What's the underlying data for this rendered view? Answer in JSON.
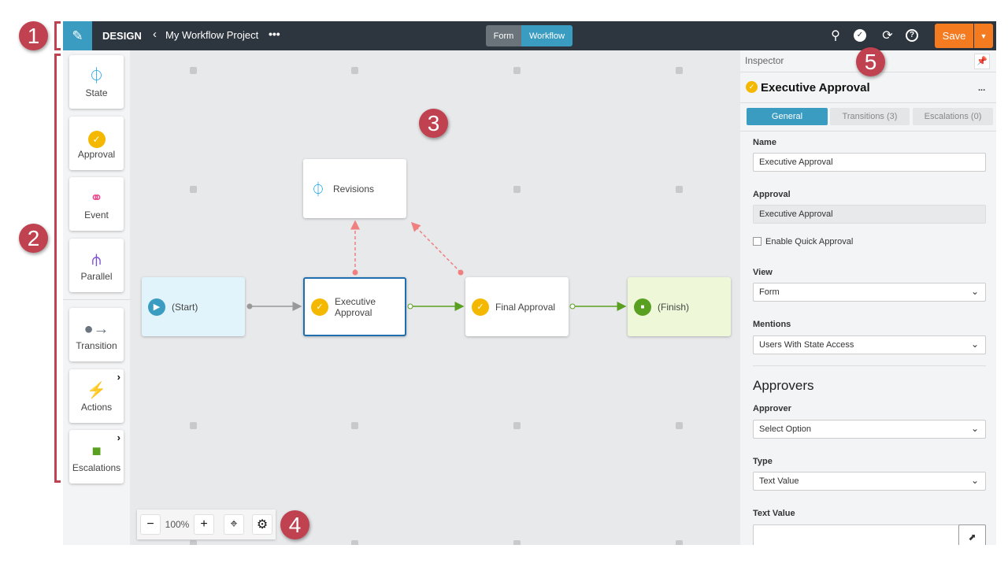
{
  "topbar": {
    "app": "DESIGN",
    "project": "My Workflow Project",
    "more": "•••",
    "tabs": [
      "Form",
      "Workflow"
    ],
    "active_tab": "Workflow",
    "save": "Save",
    "icons": [
      "search-icon",
      "check-circle-icon",
      "refresh-icon",
      "help-icon"
    ]
  },
  "toolbox": {
    "items": [
      {
        "label": "State",
        "icon": "state-icon",
        "color": "#1aa3e8"
      },
      {
        "label": "Approval",
        "icon": "approval-icon",
        "color": "#f5b800"
      },
      {
        "label": "Event",
        "icon": "event-icon",
        "color": "#e8458b"
      },
      {
        "label": "Parallel",
        "icon": "parallel-icon",
        "color": "#7b4fd6"
      },
      {
        "label": "Transition",
        "icon": "transition-icon",
        "color": "#6b7580"
      },
      {
        "label": "Actions",
        "icon": "lightning-icon",
        "color": "#3d454d"
      },
      {
        "label": "Escalations",
        "icon": "escalations-icon",
        "color": "#5aa020"
      }
    ]
  },
  "canvas": {
    "nodes": {
      "start": "(Start)",
      "exec_line1": "Executive",
      "exec_line2": "Approval",
      "final": "Final Approval",
      "finish": "(Finish)",
      "revisions": "Revisions"
    }
  },
  "zoom": {
    "level": "100%"
  },
  "inspector": {
    "title": "Inspector",
    "node": "Executive Approval",
    "more": "...",
    "tabs": [
      "General",
      "Transitions (3)",
      "Escalations (0)"
    ],
    "active_tab": "General",
    "name_label": "Name",
    "name_value": "Executive Approval",
    "approval_label": "Approval",
    "approval_value": "Executive Approval",
    "quick_label": "Enable Quick Approval",
    "quick_checked": false,
    "view_label": "View",
    "view_value": "Form",
    "mentions_label": "Mentions",
    "mentions_value": "Users With State Access",
    "approvers_heading": "Approvers",
    "approver_label": "Approver",
    "approver_value": "Select Option",
    "type_label": "Type",
    "type_value": "Text Value",
    "text_value_label": "Text Value",
    "text_value": ""
  },
  "callouts": [
    "1",
    "2",
    "3",
    "4",
    "5"
  ],
  "colors": {
    "accent": "#3a9cc0",
    "save": "#f47b20",
    "callout": "#c0414f"
  }
}
